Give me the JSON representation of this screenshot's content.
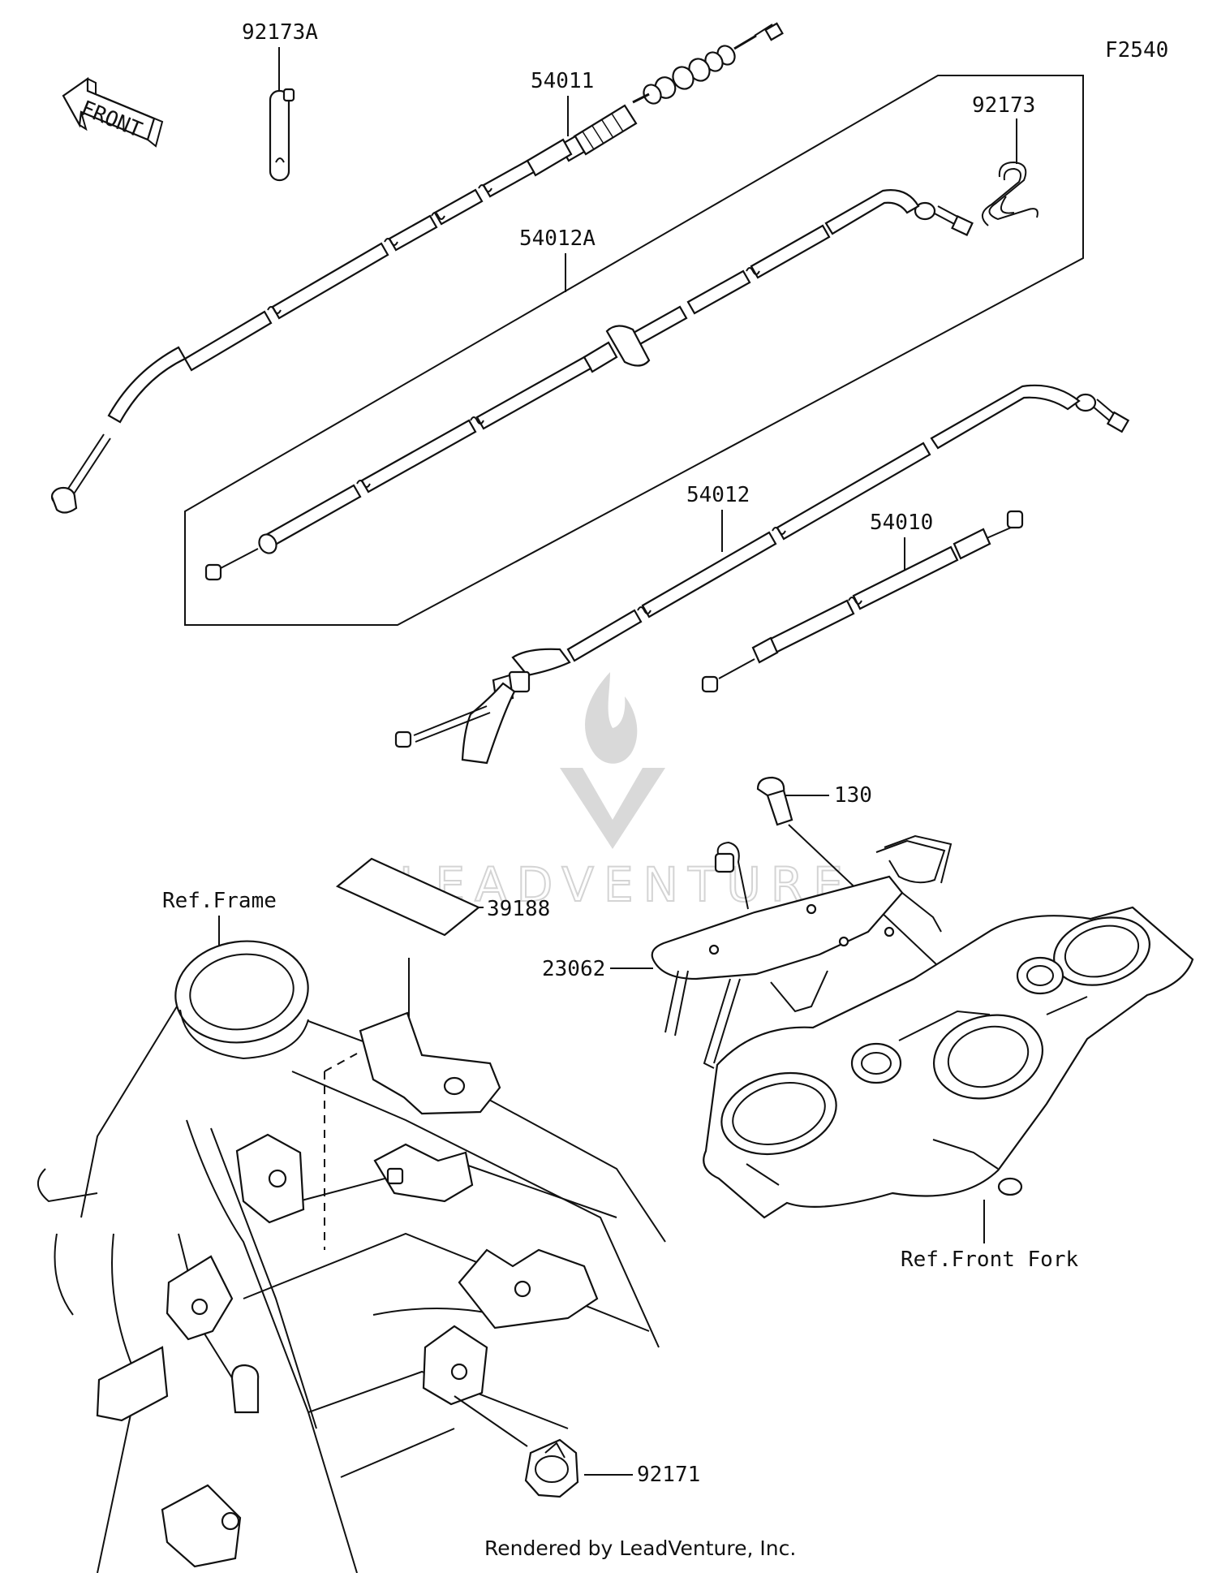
{
  "figure_code": "F2540",
  "front_arrow": {
    "text": "FRONT"
  },
  "watermark": {
    "text": "LEADVENTURE",
    "icon": "flame-v-logo"
  },
  "callouts": {
    "p92173A": "92173A",
    "p54011": "54011",
    "p92173": "92173",
    "p54012A": "54012A",
    "p54012": "54012",
    "p54010": "54010",
    "p130": "130",
    "p39188": "39188",
    "p23062": "23062",
    "p92171": "92171"
  },
  "references": {
    "frame": "Ref.Frame",
    "front_fork": "Ref.Front Fork"
  },
  "footer": "Rendered by LeadVenture, Inc."
}
